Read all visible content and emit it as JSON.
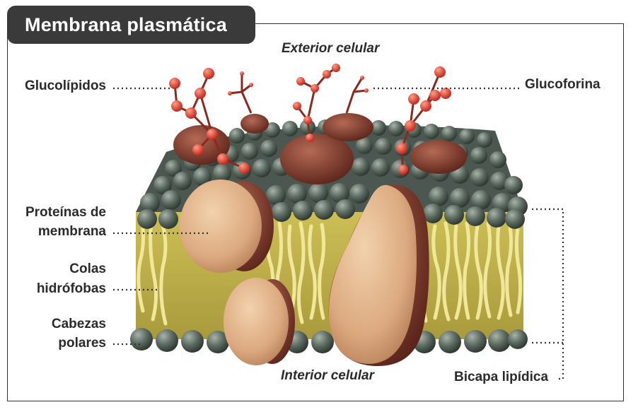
{
  "title": "Membrana plasmática",
  "labels": {
    "exterior": "Exterior celular",
    "interior": "Interior celular",
    "glucolipidos": "Glucolípidos",
    "glucoforina": "Glucoforina",
    "proteinas_line1": "Proteínas de",
    "proteinas_line2": "membrana",
    "colas_line1": "Colas",
    "colas_line2": "hidrófobas",
    "cabezas_line1": "Cabezas",
    "cabezas_line2": "polares",
    "bicapa": "Bicapa lipídica"
  },
  "colors": {
    "title_bg": "#3a3a3a",
    "head_green": "#4e5a52",
    "tail_yellow": "#d8cf6a",
    "protein": "#e2b48a",
    "protein_dark": "#7a3a2a",
    "glyco_red": "#d23a2a"
  }
}
